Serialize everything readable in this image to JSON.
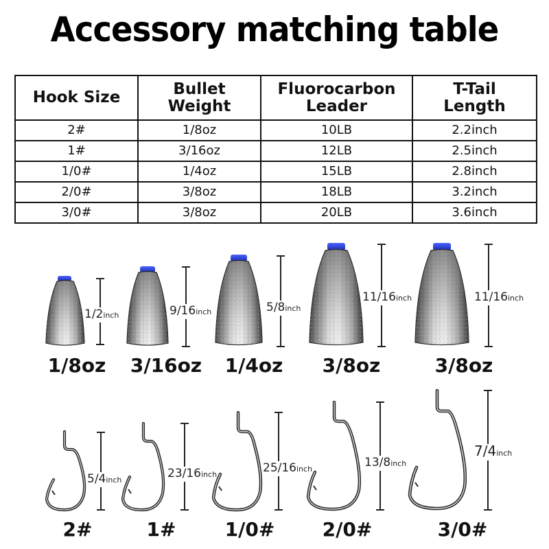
{
  "title": "Accessory matching table",
  "table": {
    "headers": [
      {
        "line1": "Hook Size",
        "line2": ""
      },
      {
        "line1": "Bullet",
        "line2": "Weight"
      },
      {
        "line1": "Fluorocarbon",
        "line2": "Leader"
      },
      {
        "line1": "T-Tail",
        "line2": "Length"
      }
    ],
    "rows": [
      [
        "2#",
        "1/8oz",
        "10LB",
        "2.2inch"
      ],
      [
        "1#",
        "3/16oz",
        "12LB",
        "2.5inch"
      ],
      [
        "1/0#",
        "1/4oz",
        "15LB",
        "2.8inch"
      ],
      [
        "2/0#",
        "3/8oz",
        "18LB",
        "3.2inch"
      ],
      [
        "3/0#",
        "3/8oz",
        "20LB",
        "3.6inch"
      ]
    ]
  },
  "colors": {
    "cap_blue": "#2a3fd6",
    "lead_gray": "#9a9a9a",
    "line_black": "#111111"
  },
  "weights": [
    {
      "label": "1/8oz",
      "size": "1/2",
      "unit": "inch"
    },
    {
      "label": "3/16oz",
      "size": "9/16",
      "unit": "inch"
    },
    {
      "label": "1/4oz",
      "size": "5/8",
      "unit": "inch"
    },
    {
      "label": "3/8oz",
      "size": "11/16",
      "unit": "inch"
    },
    {
      "label": "3/8oz",
      "size": "11/16",
      "unit": "inch"
    }
  ],
  "hooks": [
    {
      "label": "2#",
      "size": "5/4",
      "unit": "inch"
    },
    {
      "label": "1#",
      "size": "23/16",
      "unit": "inch"
    },
    {
      "label": "1/0#",
      "size": "25/16",
      "unit": "inch"
    },
    {
      "label": "2/0#",
      "size": "13/8",
      "unit": "inch"
    },
    {
      "label": "3/0#",
      "size": "7/4",
      "unit": "inch"
    }
  ]
}
